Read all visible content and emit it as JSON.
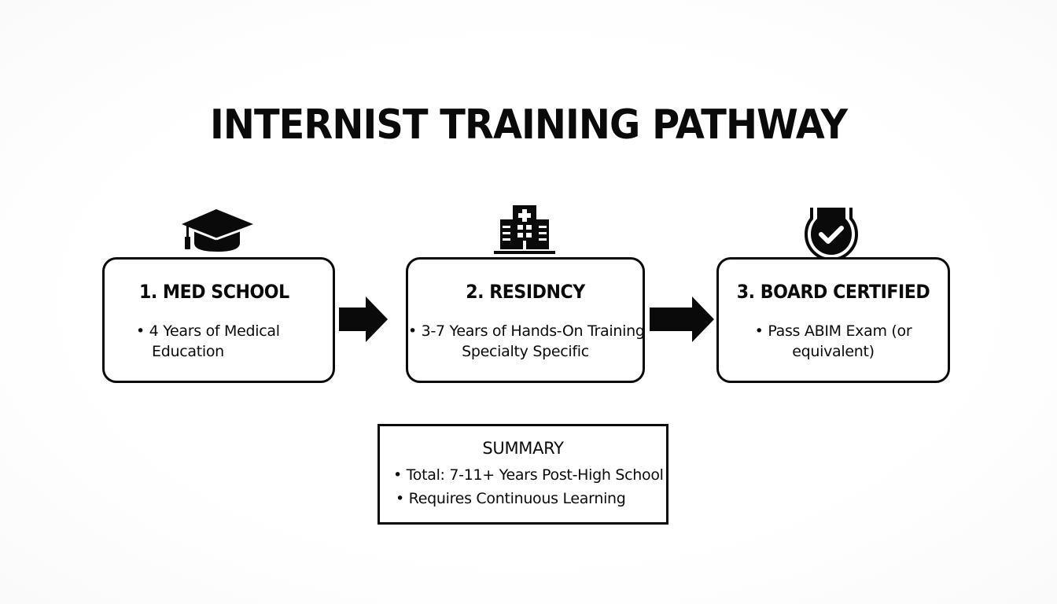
{
  "title": "INTERNIST TRAINING PATHWAY",
  "steps": [
    {
      "title": "1. MED SCHOOL",
      "icon": "graduation-cap-icon",
      "bullet": "•",
      "lines": [
        "4 Years of Medical",
        "Education"
      ]
    },
    {
      "title": "2. RESIDNCY",
      "icon": "hospital-building-icon",
      "bullet": "•",
      "lines": [
        "3-7 Years of Hands-On Training",
        "Specialty Specific"
      ]
    },
    {
      "title": "3. BOARD CERTIFIED",
      "icon": "certified-badge-check-icon",
      "bullet": "•",
      "lines": [
        "Pass ABIM Exam (or",
        "equivalent)"
      ]
    }
  ],
  "arrows": [
    "arrow-right-icon",
    "arrow-right-icon"
  ],
  "summary": {
    "title": "SUMMARY",
    "bullet": "•",
    "items": [
      "Total: 7-11+ Years Post-High School",
      "Requires Continuous Learning"
    ]
  },
  "colors": {
    "ink": "#0a0a0a",
    "background": "#ffffff"
  }
}
